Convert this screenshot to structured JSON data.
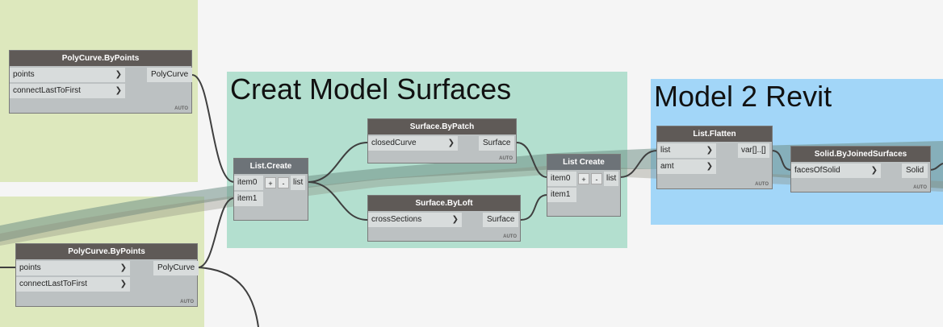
{
  "groups": {
    "surfaces": {
      "title": "Creat Model Surfaces"
    },
    "revit": {
      "title": "Model 2 Revit"
    }
  },
  "nodes": {
    "polycurve1": {
      "title": "PolyCurve.ByPoints",
      "in": [
        "points",
        "connectLastToFirst"
      ],
      "out": "PolyCurve",
      "auto": "AUTO"
    },
    "polycurve2": {
      "title": "PolyCurve.ByPoints",
      "in": [
        "points",
        "connectLastToFirst"
      ],
      "out": "PolyCurve",
      "auto": "AUTO"
    },
    "listcreate1": {
      "title": "List.Create",
      "in": [
        "item0",
        "item1"
      ],
      "out": "list",
      "plus": "+",
      "minus": "-"
    },
    "surfacepatch": {
      "title": "Surface.ByPatch",
      "in": [
        "closedCurve"
      ],
      "out": "Surface",
      "auto": "AUTO"
    },
    "surfaceloft": {
      "title": "Surface.ByLoft",
      "in": [
        "crossSections"
      ],
      "out": "Surface",
      "auto": "AUTO"
    },
    "listcreate2": {
      "title": "List Create",
      "in": [
        "item0",
        "item1"
      ],
      "out": "list",
      "plus": "+",
      "minus": "-"
    },
    "listflatten": {
      "title": "List.Flatten",
      "in": [
        "list",
        "amt"
      ],
      "out": "var[]..[]",
      "auto": "AUTO"
    },
    "solidjoined": {
      "title": "Solid.ByJoinedSurfaces",
      "in": [
        "facesOfSolid"
      ],
      "out": "Solid",
      "auto": "AUTO"
    }
  },
  "colors": {
    "group_green": "#dde8bd",
    "group_teal": "#b3dfcf",
    "group_blue": "#a2d6f8",
    "wire": "#3f3f3f",
    "header_dark": "#5f5a57"
  }
}
